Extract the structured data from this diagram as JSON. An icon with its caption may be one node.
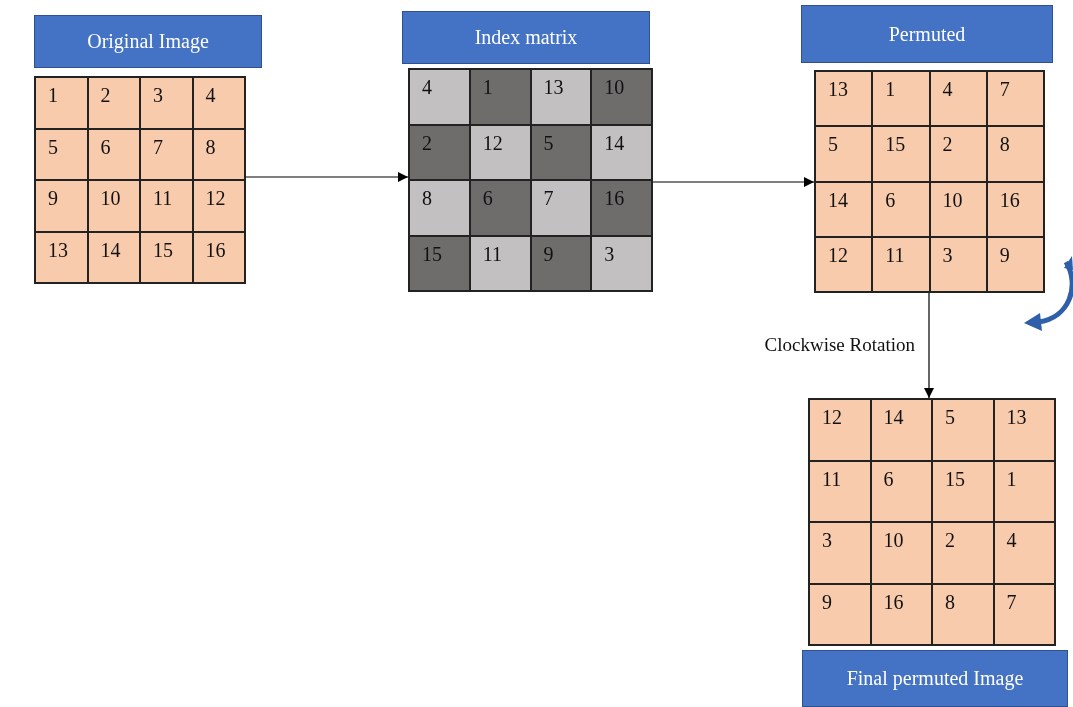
{
  "diagram": {
    "nodes": [
      {
        "text": [
          "Original Image"
        ]
      },
      {
        "text": [
          "1",
          "2",
          "3",
          "4",
          "5",
          "6",
          "7",
          "8",
          "9",
          "10",
          "11",
          "12",
          "13",
          "14",
          "15",
          "16"
        ]
      },
      {
        "text": [
          "Index matrix"
        ]
      },
      {
        "text": [
          "4",
          "1",
          "13",
          "10",
          "2",
          "12",
          "5",
          "14",
          "8",
          "6",
          "7",
          "16",
          "15",
          "11",
          "9",
          "3"
        ]
      },
      {
        "text": [
          "Permuted"
        ]
      },
      {
        "text": [
          "13",
          "1",
          "4",
          "7",
          "5",
          "15",
          "2",
          "8",
          "14",
          "6",
          "10",
          "16",
          "12",
          "11",
          "3",
          "9"
        ]
      },
      {
        "text": [
          "12",
          "14",
          "5",
          "13",
          "11",
          "6",
          "15",
          "1",
          "3",
          "10",
          "2",
          "4",
          "9",
          "16",
          "8",
          "7"
        ]
      },
      {
        "text": [
          "Final permuted Image"
        ]
      }
    ],
    "edges": [
      {
        "from": 1,
        "to": 3,
        "arrow": "to"
      },
      {
        "from": 3,
        "to": 5,
        "arrow": "to"
      },
      {
        "from": 5,
        "to": 6,
        "arrow": "to",
        "label": "Clockwise Rotation"
      }
    ]
  }
}
